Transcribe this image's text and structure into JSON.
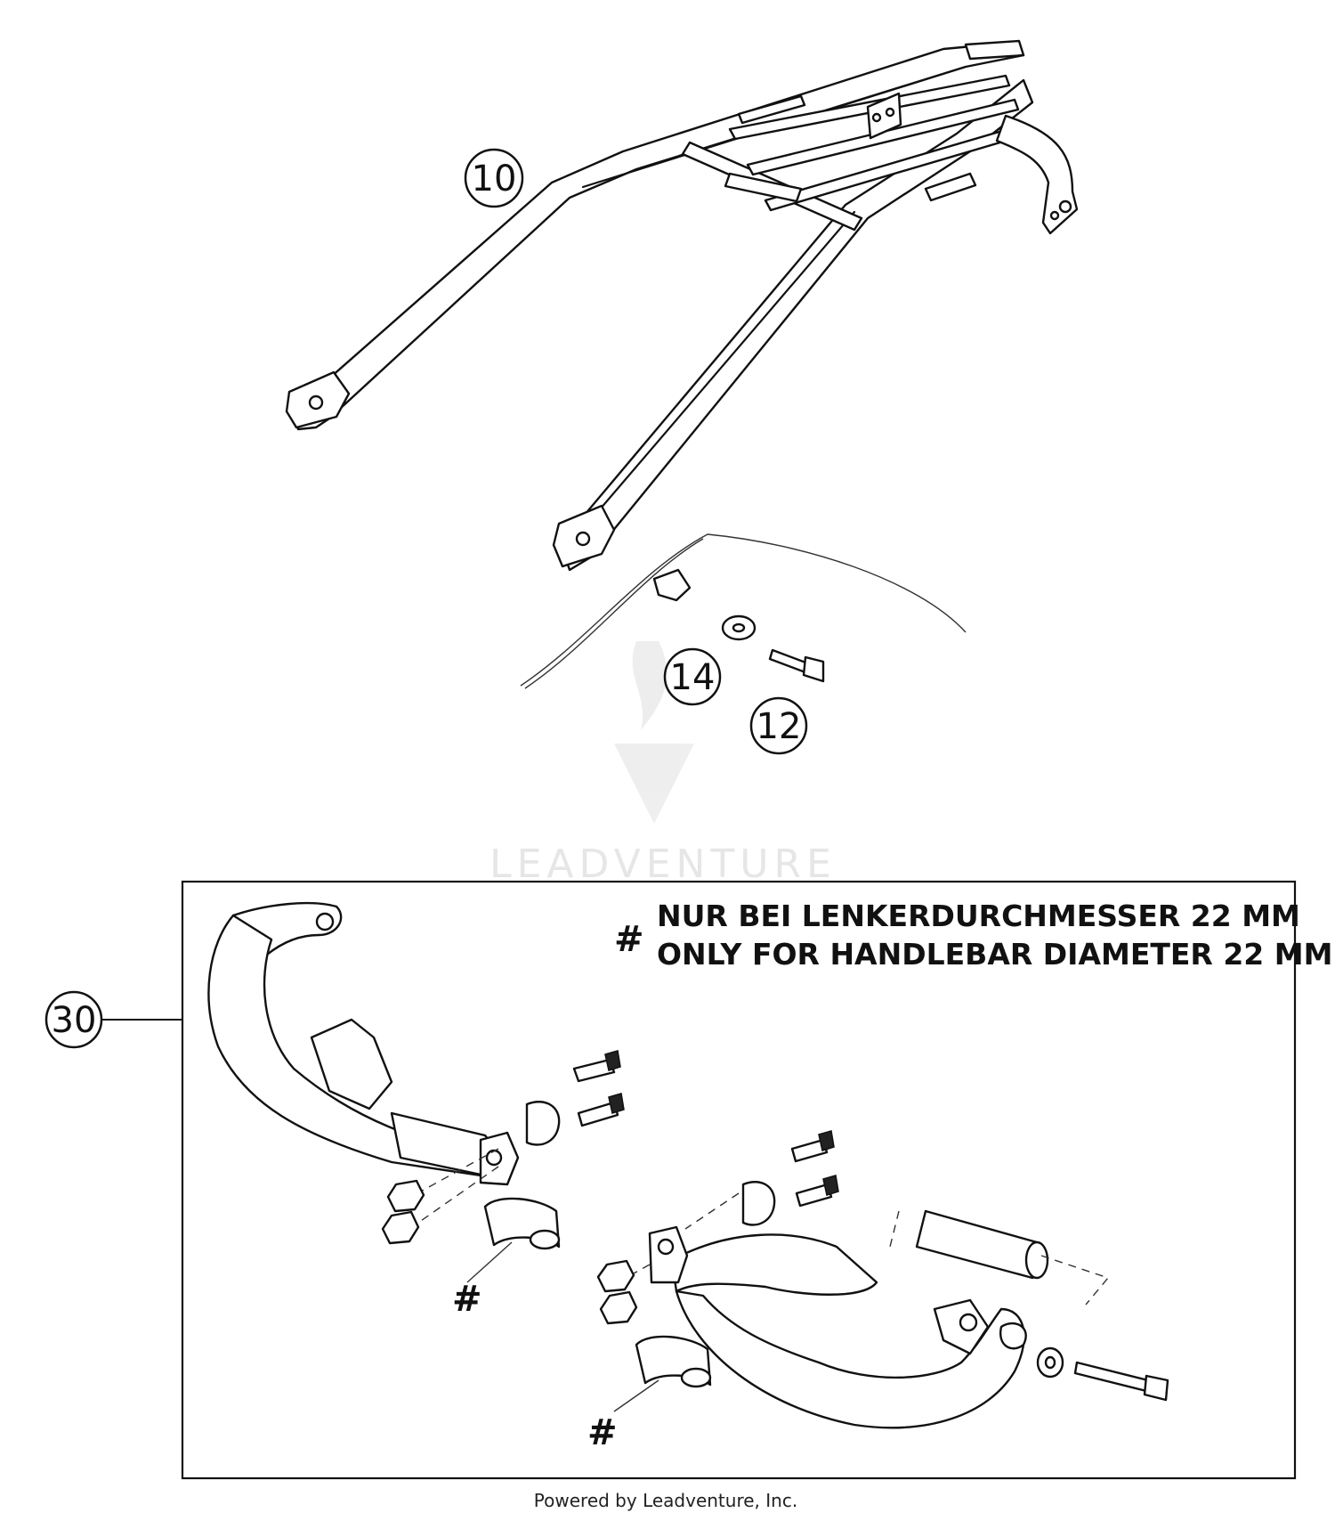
{
  "callouts": {
    "rack": "10",
    "washer": "14",
    "bolt": "12",
    "handguard_kit": "30"
  },
  "note": {
    "symbol": "#",
    "line_de": "NUR BEI LENKERDURCHMESSER 22 MM",
    "line_en": "ONLY FOR HANDLEBAR DIAMETER 22 MM"
  },
  "hash_markers": [
    "#",
    "#"
  ],
  "watermark": "LEADVENTURE",
  "credit": "Powered by Leadventure, Inc."
}
